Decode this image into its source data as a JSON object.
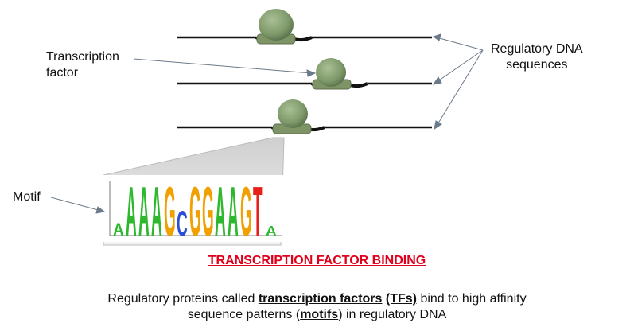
{
  "labels": {
    "transcription_factor_line1": "Transcription",
    "transcription_factor_line2": "factor",
    "regulatory_line1": "Regulatory DNA",
    "regulatory_line2": "sequences",
    "motif": "Motif"
  },
  "motif_logo": {
    "letters": [
      "A",
      "A",
      "A",
      "A",
      "G",
      "C",
      "G",
      "G",
      "A",
      "A",
      "G",
      "T",
      "A"
    ],
    "colors": {
      "A": "#2db82d",
      "C": "#2b4fd6",
      "G": "#f0a000",
      "T": "#e8201a"
    }
  },
  "caption": {
    "title": "TRANSCRIPTION FACTOR BINDING",
    "line1_pre": "Regulatory proteins called ",
    "line1_tf": "transcription factors",
    "line1_mid": " ",
    "line1_tfs": "(TFs)",
    "line1_post": " bind to high affinity",
    "line2_pre": "sequence patterns (",
    "line2_motifs": "motifs",
    "line2_post": ") in regulatory DNA"
  },
  "colors": {
    "protein_body": "#8fa878",
    "protein_base": "#7e9466",
    "dna": "#111111",
    "caption_title": "#e0001b"
  }
}
